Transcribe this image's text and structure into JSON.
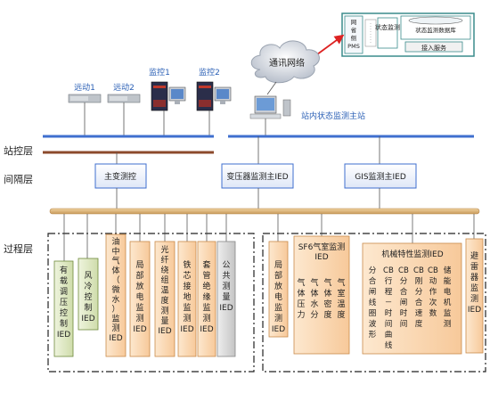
{
  "layers": {
    "station_control": "站控层",
    "bay": "间隔层",
    "process": "过程层"
  },
  "station": {
    "telecontrol1": "远动1",
    "telecontrol2": "远动2",
    "monitor1": "监控1",
    "monitor2": "监控2",
    "network": "通讯网络",
    "condition_master": "站内状态监测主站"
  },
  "pms": {
    "left_label": "网省侧PMS",
    "mid_label": "状态监测",
    "db_label": "状态监测数据库",
    "service_label": "接入服务"
  },
  "bay_units": {
    "main_transformer": "主变测控",
    "transformer_master_ied": "变压器监测主IED",
    "gis_master_ied": "GIS监测主IED"
  },
  "process_left": {
    "oltc": "有载调压控制IED",
    "fan": "风冷控制IED",
    "dga": "油中气体（微水）监测IED",
    "partial_discharge": "局部放电监测IED",
    "fiber_winding": "光纤绕组温度测量IED",
    "core_ground": "铁芯接地监测IED",
    "bushing": "套管绝缘监测IED",
    "common": "公共测量IED"
  },
  "process_right": {
    "partial_discharge": "局部放电监测IED",
    "sf6_title": "SF6气室监测IED",
    "sf6_items": [
      "气体压力",
      "气体水分",
      "气体密度",
      "气室温度"
    ],
    "mech_title": "机械特性监测IED",
    "mech_items": [
      "分合闸线圈波形",
      "CB行程－时间曲线",
      "CB分合闸时间",
      "CB刚分合速度",
      "CB动作次数",
      "储能电机监测"
    ],
    "arrester": "避雷器监测IED"
  },
  "colors": {
    "bus_blue": "#3f6fcf",
    "bus_brown": "#8c4a2c",
    "bus_tan": "#d9b27a",
    "ied_fill": "#fbd6b0",
    "ied_fill_light": "#fde6cc",
    "ied_green": "#dfe9c7",
    "gray_fill": "#d6d6d6",
    "label_blue": "#2a5fb5"
  }
}
